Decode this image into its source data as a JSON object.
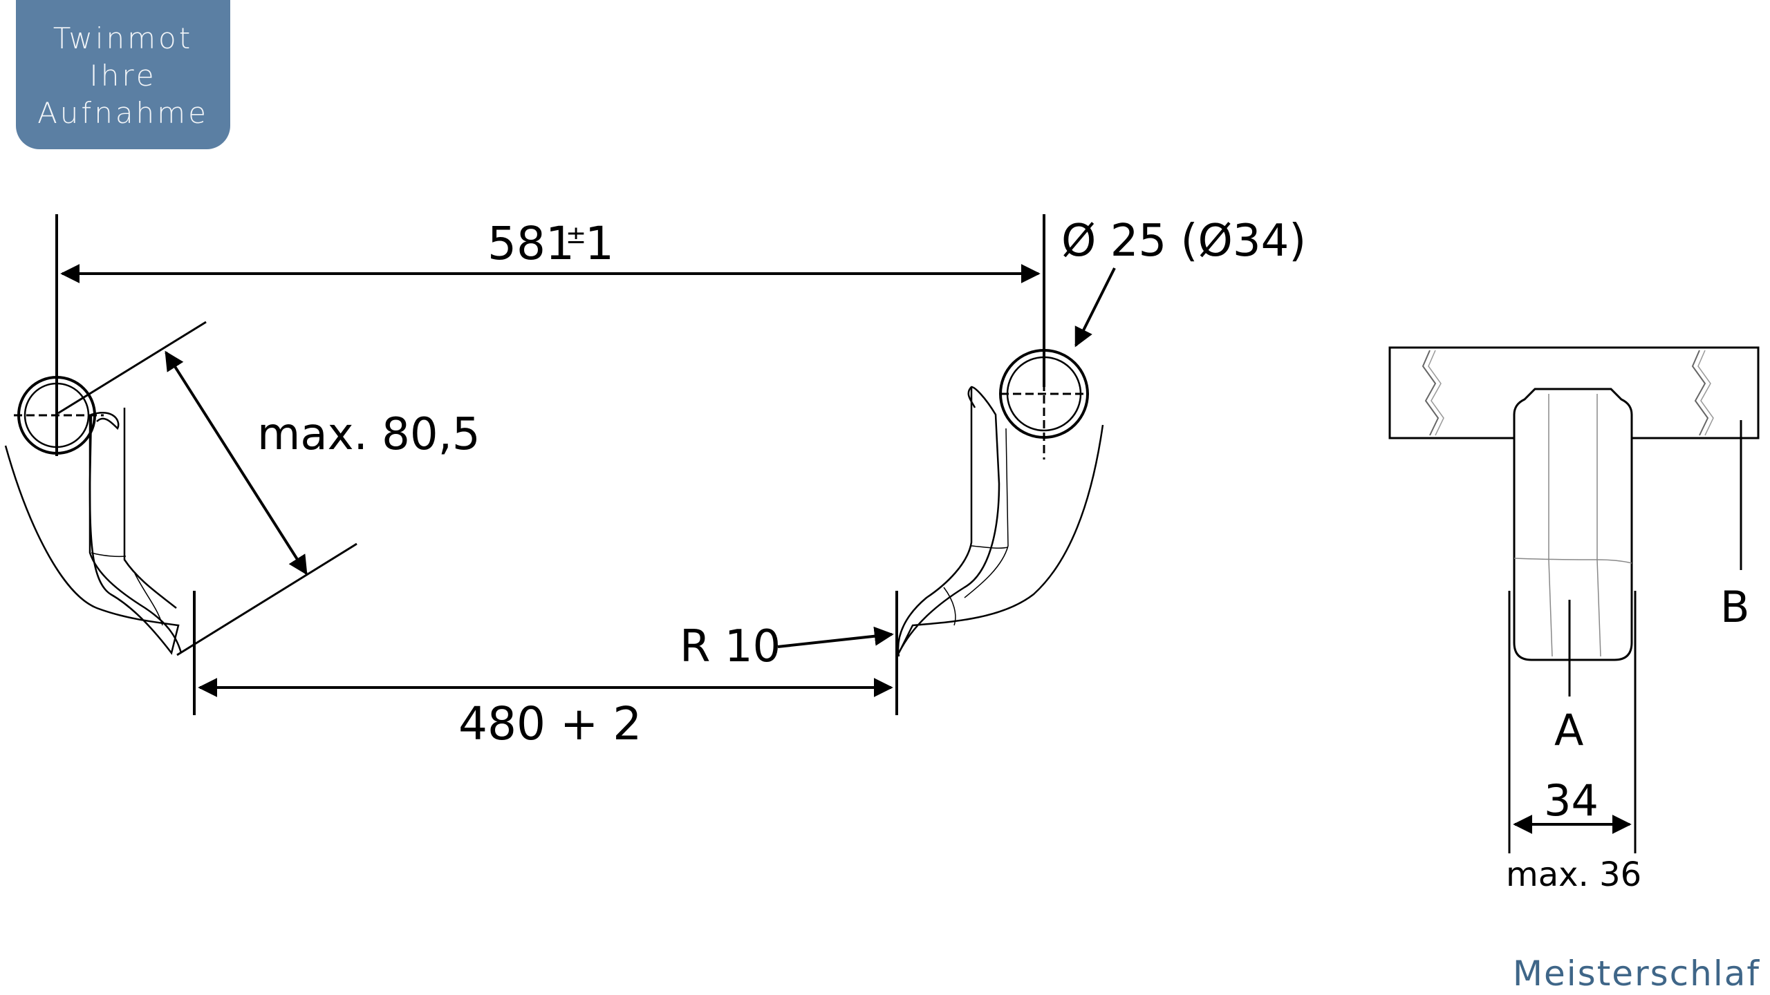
{
  "badge": {
    "line1": "Twinmot",
    "line2": "Ihre",
    "line3": "Aufnahme"
  },
  "brand": "Meisterschlaf",
  "dimensions": {
    "span_top": "581",
    "span_tolerance": "±",
    "span_top_suffix": "1",
    "diameter": "Ø 25 (Ø34)",
    "height": "max. 80,5",
    "radius": "R 10",
    "span_bottom": "480 + 2",
    "width": "34",
    "width_max": "max. 36",
    "label_a": "A",
    "label_b": "B"
  }
}
